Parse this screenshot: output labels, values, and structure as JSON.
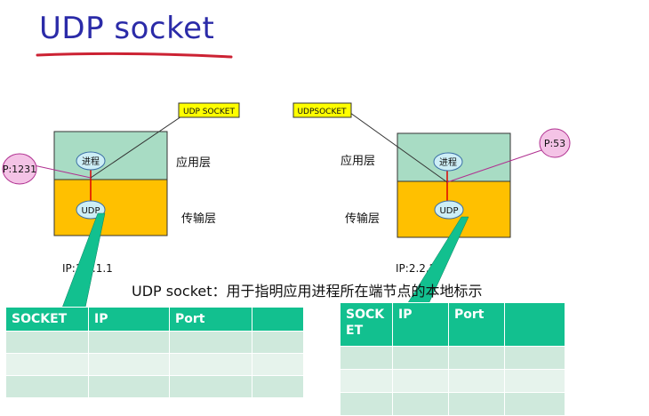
{
  "title": "UDP socket",
  "colors": {
    "title": "#2b2ba8",
    "underline": "#cc2233",
    "app_layer": "#a8dcc4",
    "transport_layer": "#ffc000",
    "bubble": "#cdeef6",
    "port_bubble": "#f4c3e6",
    "label_box": "#ffff00",
    "table_header": "#12c08f",
    "table_row_dark": "#cfe9dc",
    "table_row_light": "#e6f3ec"
  },
  "left_host": {
    "socket_label": "UDP SOCKET",
    "port_label": "P:1231",
    "process_label": "进程",
    "udp_label": "UDP",
    "app_layer_label": "应用层",
    "transport_layer_label": "传输层",
    "ip_label": "IP:1.1.1.1"
  },
  "right_host": {
    "socket_label": "UDPSOCKET",
    "port_label": "P:53",
    "process_label": "进程",
    "udp_label": "UDP",
    "app_layer_label": "应用层",
    "transport_layer_label": "传输层",
    "ip_label": "IP:2.2.2."
  },
  "caption": "UDP socket：用于指明应用进程所在端节点的本地标示",
  "table_left": {
    "headers": [
      "SOCKET",
      "IP",
      "Port",
      ""
    ],
    "rows": [
      [
        "",
        "",
        "",
        ""
      ],
      [
        "",
        "",
        "",
        ""
      ],
      [
        "",
        "",
        "",
        ""
      ]
    ]
  },
  "table_right": {
    "headers": [
      "SOCK ET",
      "IP",
      "Port",
      ""
    ],
    "rows": [
      [
        "",
        "",
        "",
        ""
      ],
      [
        "",
        "",
        "",
        ""
      ],
      [
        "",
        "",
        "",
        ""
      ]
    ]
  }
}
